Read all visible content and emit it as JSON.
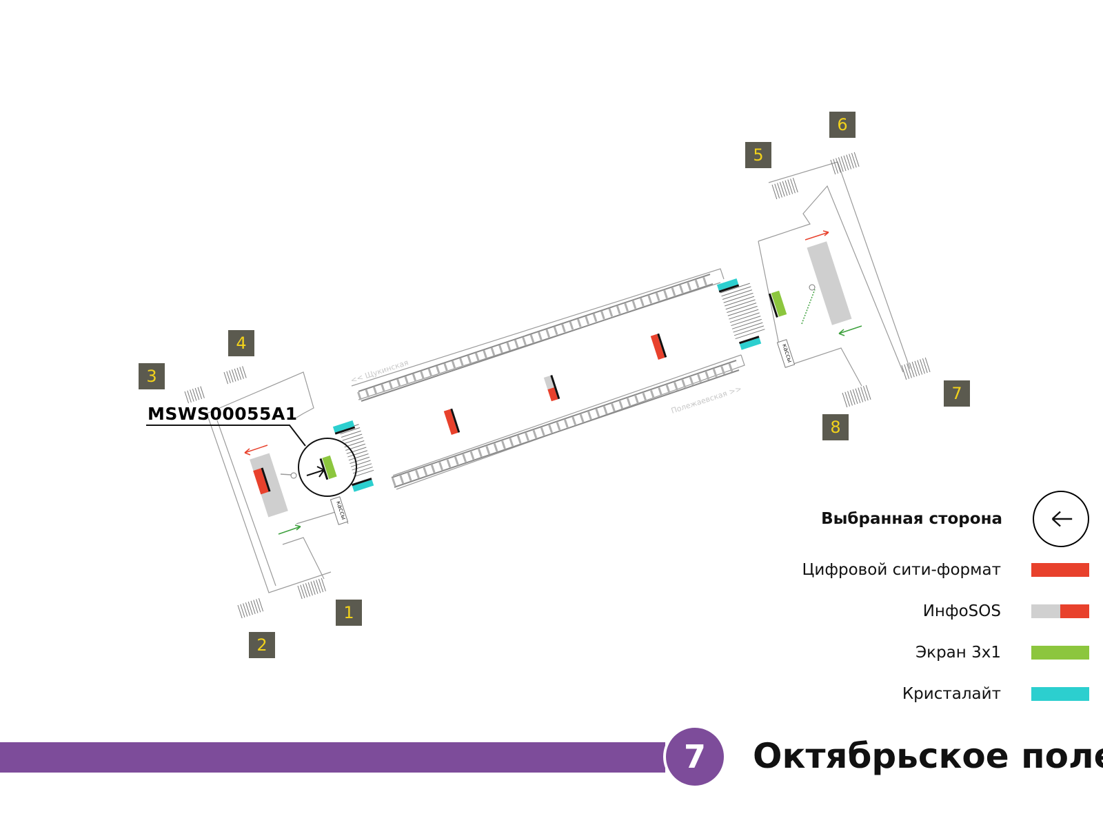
{
  "colors": {
    "digital_city_format": "#e8412c",
    "infosos_grey": "#d0d0d0",
    "infosos_red": "#e8412c",
    "screen_3x1": "#8cc63e",
    "crystalite": "#2ccfcf",
    "line_color": "#7d4c9a",
    "exit_box": "#5b5a4f",
    "exit_number": "#f2d21b"
  },
  "map": {
    "exits": [
      "1",
      "2",
      "3",
      "4",
      "5",
      "6",
      "7",
      "8"
    ],
    "direction_top": "<< Щукинская",
    "direction_bottom": "Полежаевская >>",
    "cashier_label": "кассы",
    "selected_panel_id": "MSWS00055A1"
  },
  "legend": {
    "selected_side": "Выбранная сторона",
    "selected_icon": "left-arrow-icon",
    "items": [
      {
        "label": "Цифровой сити-формат"
      },
      {
        "label": "ИнфоSOS"
      },
      {
        "label": "Экран 3x1"
      },
      {
        "label": "Кристалайт"
      }
    ]
  },
  "line": {
    "number": "7",
    "station": "Октябрьское поле"
  }
}
